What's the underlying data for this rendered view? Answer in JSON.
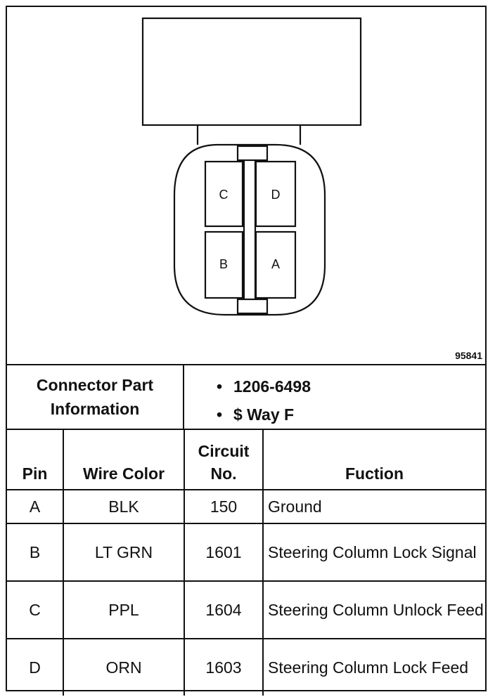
{
  "diagram": {
    "figure_id": "95841",
    "cavity_labels": {
      "c": "C",
      "d": "D",
      "b": "B",
      "a": "A"
    }
  },
  "connector_info": {
    "label": "Connector Part Information",
    "bullets": [
      "1206-6498",
      "$ Way F"
    ]
  },
  "pin_table": {
    "headers": {
      "pin": "Pin",
      "wire_color": "Wire Color",
      "circuit_no": "Circuit No.",
      "function": "Fuction"
    },
    "rows": [
      {
        "pin": "A",
        "wire_color": "BLK",
        "circuit_no": "150",
        "function": "Ground"
      },
      {
        "pin": "B",
        "wire_color": "LT GRN",
        "circuit_no": "1601",
        "function": "Steering Column Lock Signal"
      },
      {
        "pin": "C",
        "wire_color": "PPL",
        "circuit_no": "1604",
        "function": "Steering Column Unlock Feed"
      },
      {
        "pin": "D",
        "wire_color": "ORN",
        "circuit_no": "1603",
        "function": "Steering Column Lock Feed"
      }
    ]
  }
}
